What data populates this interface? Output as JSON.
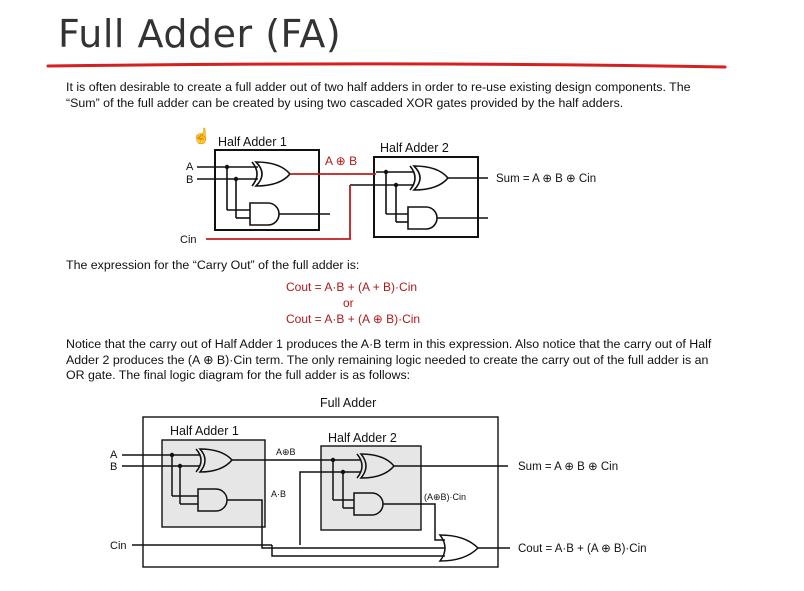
{
  "slide": {
    "title": "Full Adder (FA)",
    "intro": "It is often desirable to create a full adder out of two half adders in order to re-use existing design components.  The “Sum” of the full adder can be created by using two cascaded XOR gates provided by the half adders.",
    "carry_intro": "The expression for the “Carry Out” of the full adder is:",
    "eq1": "Cout = A·B + (A + B)·Cin",
    "or_word": "or",
    "eq2": "Cout = A·B + (A ⊕ B)·Cin",
    "notice": "Notice that the carry out of Half Adder 1 produces the A·B term in this expression.  Also notice that the carry out of Half Adder 2 produces the (A ⊕ B)·Cin term.  The only remaining logic needed to create the carry out of the full adder is an OR gate.  The final logic diagram for the full adder is as follows:"
  },
  "diagram1": {
    "half_adder_1": "Half Adder 1",
    "half_adder_2": "Half Adder 2",
    "input_a": "A",
    "input_b": "B",
    "xor_label": "A ⊕ B",
    "cin": "Cin",
    "sum": "Sum = A ⊕ B ⊕ Cin"
  },
  "diagram2": {
    "full_adder": "Full Adder",
    "half_adder_1": "Half Adder 1",
    "half_adder_2": "Half Adder 2",
    "input_a": "A",
    "input_b": "B",
    "cin": "Cin",
    "xor_label": "A⊕B",
    "and_label": "A·B",
    "and2_label": "(A⊕B)·Cin",
    "sum": "Sum = A ⊕ B ⊕ Cin",
    "cout": "Cout = A·B + (A ⊕ B)·Cin"
  },
  "colors": {
    "accent_red": "#b01818",
    "underline_red": "#d42020",
    "box_fill": "#e6e6e6"
  }
}
